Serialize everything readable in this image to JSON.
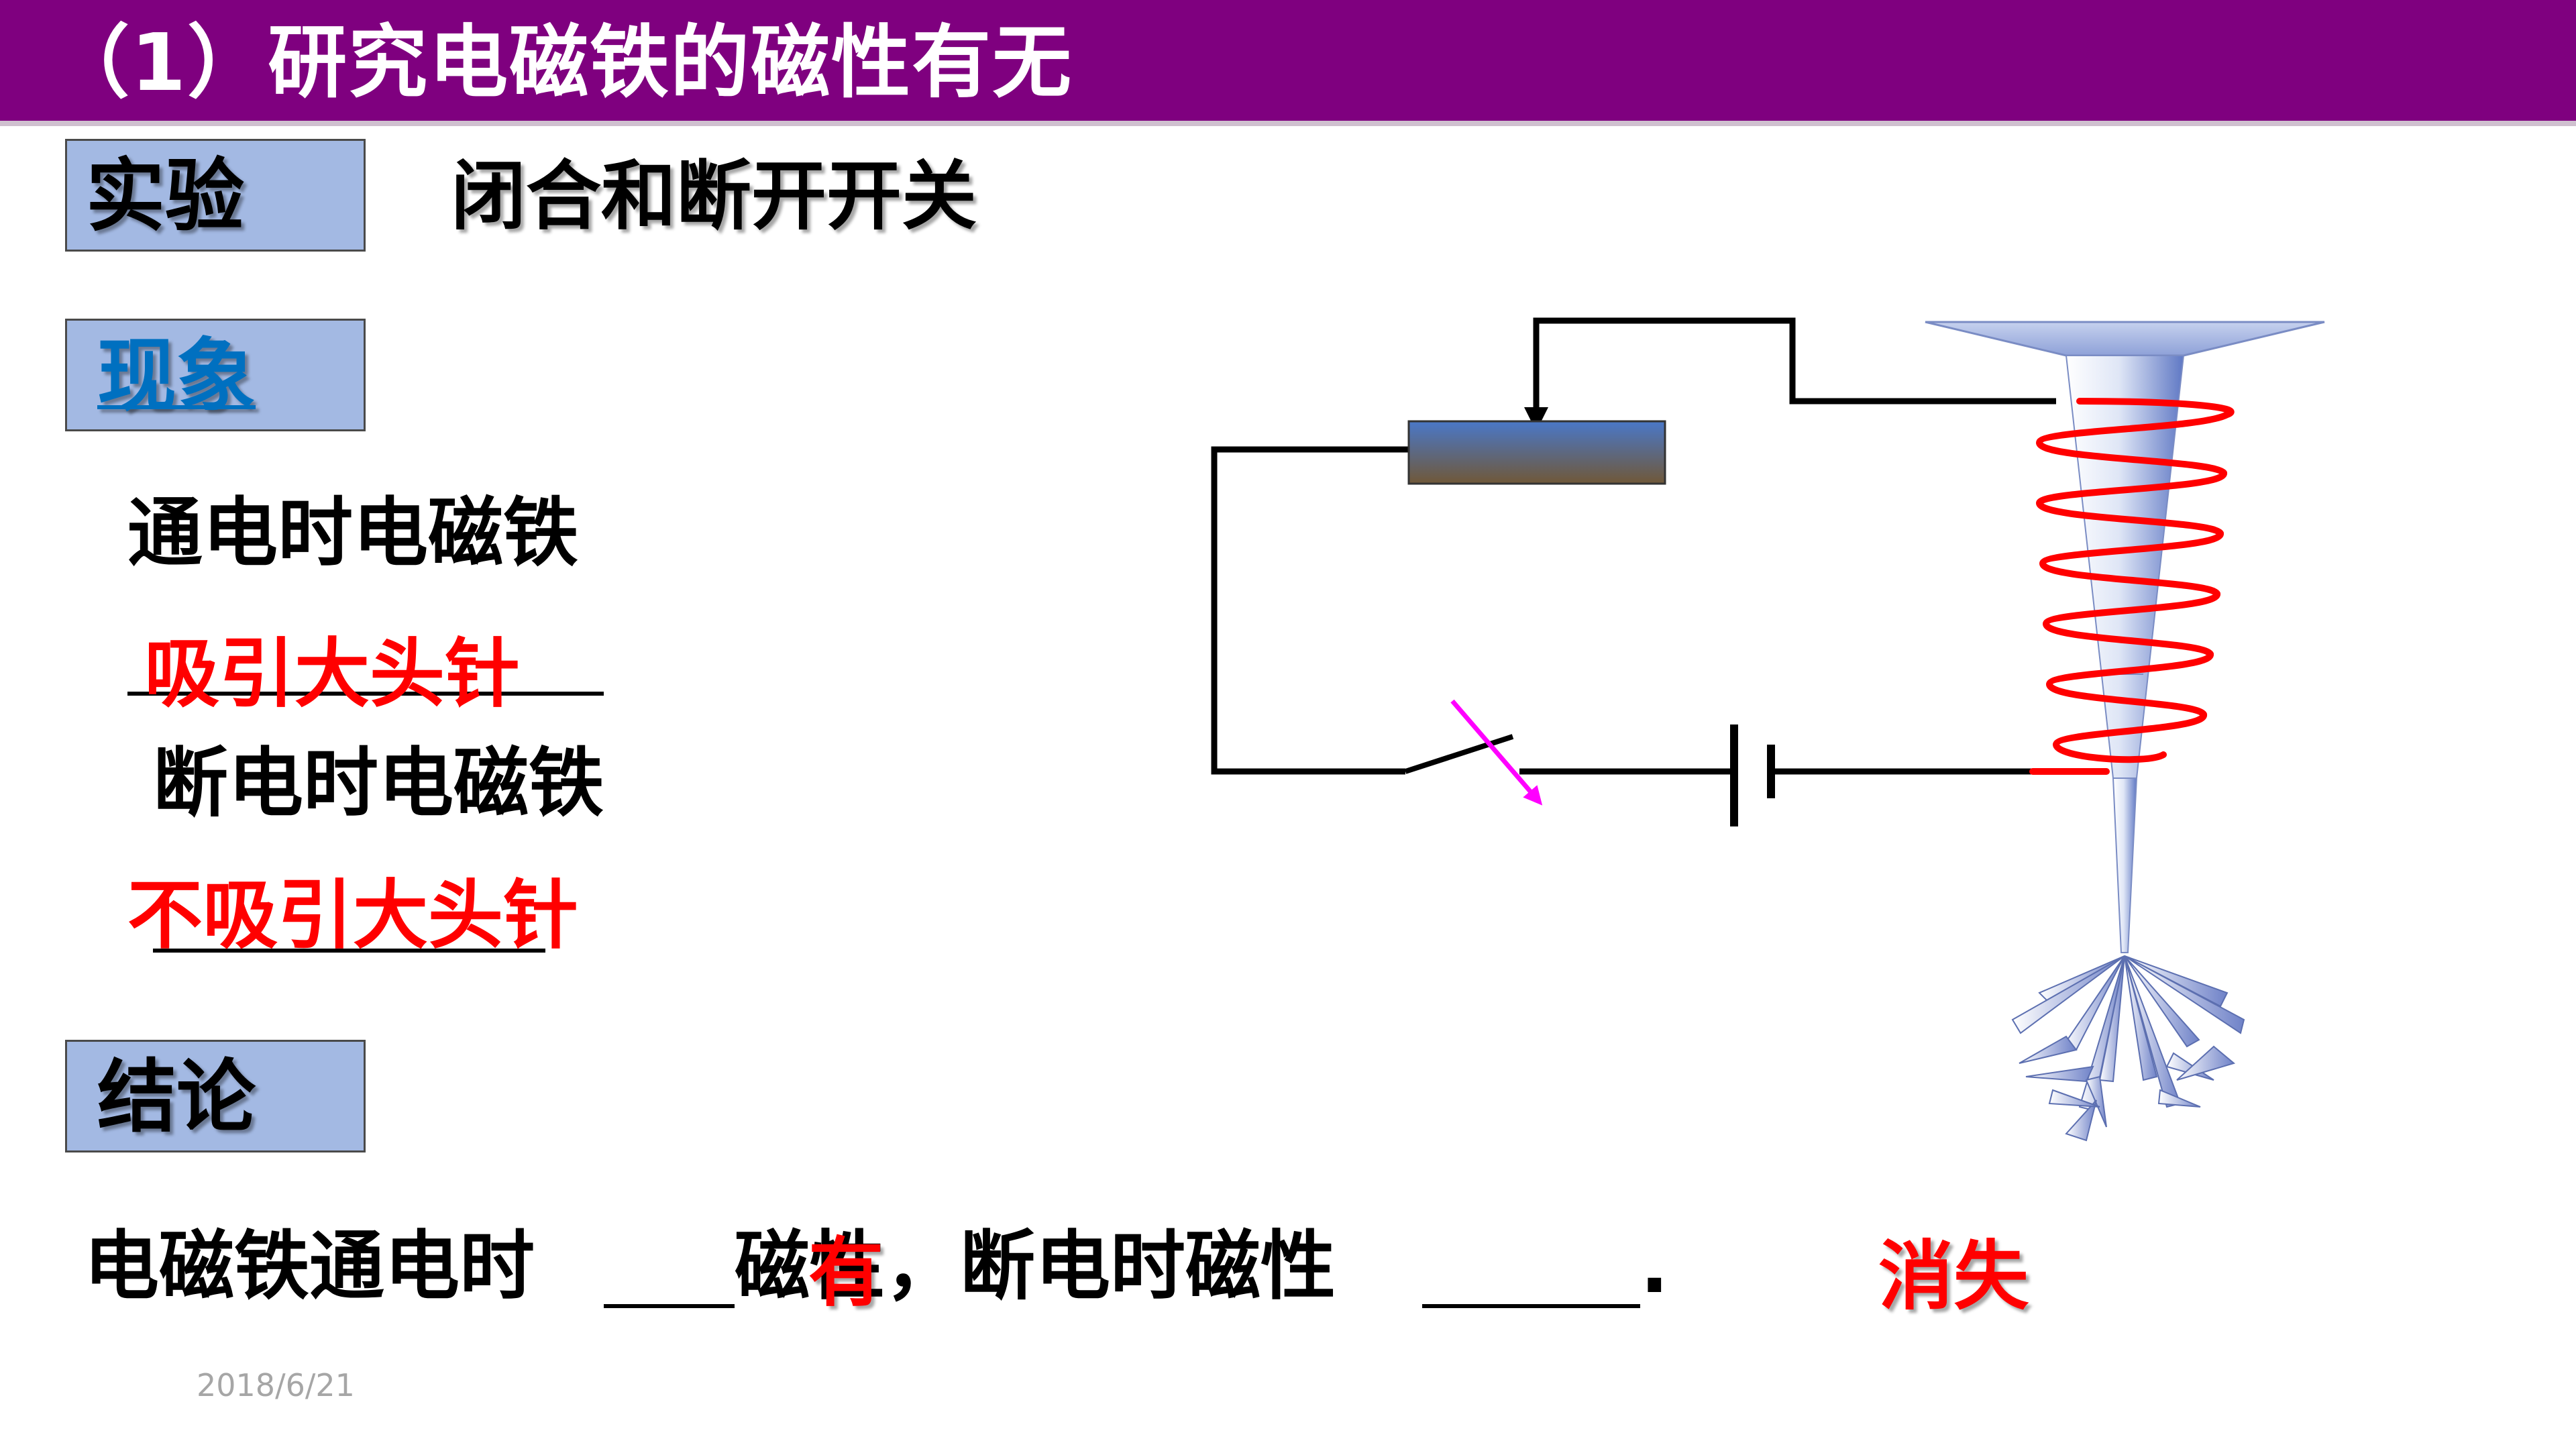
{
  "slide": {
    "title": "（1）研究电磁铁的磁性有无",
    "date": "2018/6/21"
  },
  "experiment": {
    "label": "实验",
    "text": "闭合和断开开关"
  },
  "phenomenon": {
    "label": "现象",
    "on_text": "通电时电磁铁",
    "on_answer": "吸引大头针",
    "off_text": "断电时电磁铁",
    "off_answer": "不吸引大头针"
  },
  "conclusion": {
    "label": "结论",
    "sentence_part1": "电磁铁通电时",
    "sentence_part2": "磁性，断电时磁性",
    "sentence_end": ".",
    "answer_on": "有",
    "answer_off": "消失"
  },
  "colors": {
    "header": "#7f007f",
    "label_box": "#a3b9e3",
    "answer": "#ff0000",
    "coil": "#ff0000",
    "switch_arrow": "#ff00ff"
  }
}
